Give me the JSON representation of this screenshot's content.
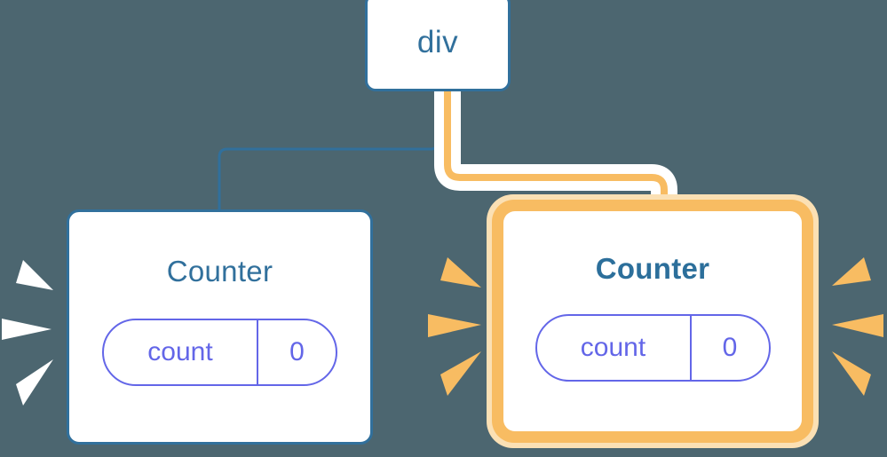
{
  "diagram": {
    "title": "component-tree-rerender",
    "background_color": "#4c6670",
    "accent_blue": "#31709c",
    "accent_orange": "#f8bc62",
    "accent_violet": "#6366e8",
    "nodes": [
      {
        "id": "div",
        "label": "div",
        "highlighted": false
      },
      {
        "id": "counter-left",
        "label": "Counter",
        "highlighted": false,
        "prop_key": "count",
        "prop_value": "0"
      },
      {
        "id": "counter-right",
        "label": "Counter",
        "highlighted": true,
        "prop_key": "count",
        "prop_value": "0"
      }
    ],
    "edges": [
      {
        "from": "div",
        "to": "counter-left",
        "style": "thin-blue"
      },
      {
        "from": "div",
        "to": "counter-right",
        "style": "thick-orange"
      }
    ],
    "spike_groups": [
      {
        "id": "left-white",
        "color": "#ffffff",
        "direction": "right",
        "count": 3
      },
      {
        "id": "mid-orange",
        "color": "#f8bc62",
        "direction": "right",
        "count": 3
      },
      {
        "id": "right-orange",
        "color": "#f8bc62",
        "direction": "left",
        "count": 3
      }
    ]
  }
}
